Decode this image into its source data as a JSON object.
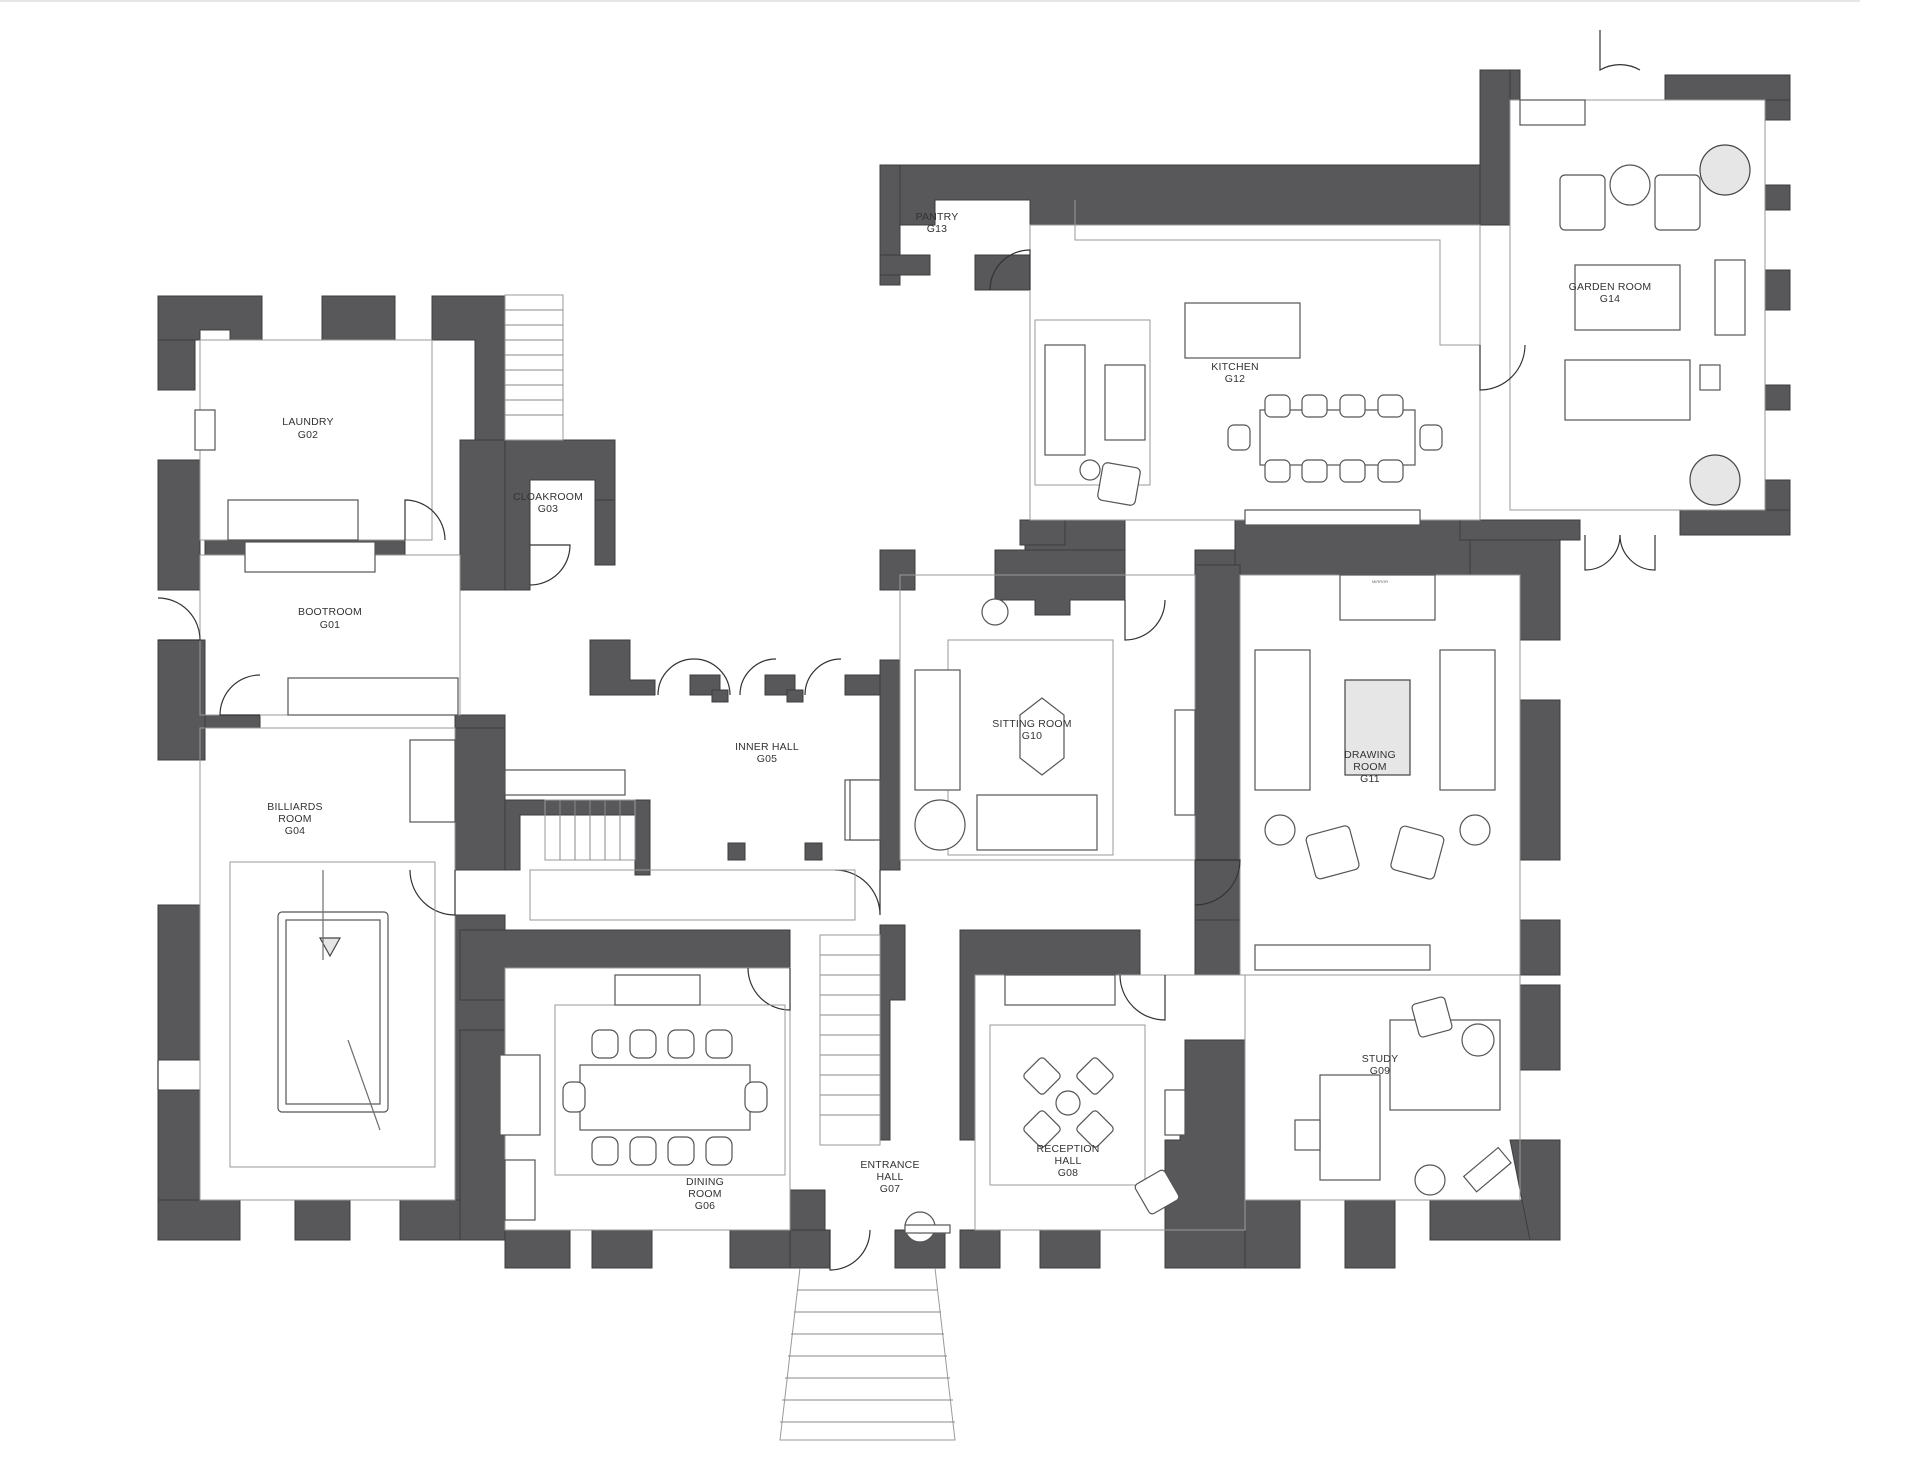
{
  "rooms": [
    {
      "name": "LAUNDRY",
      "code": "G02"
    },
    {
      "name": "CLOAKROOM",
      "code": "G03"
    },
    {
      "name": "BOOTROOM",
      "code": "G01"
    },
    {
      "name": "BILLIARDS",
      "name2": "ROOM",
      "code": "G04"
    },
    {
      "name": "INNER HALL",
      "code": "G05"
    },
    {
      "name": "DINING",
      "name2": "ROOM",
      "code": "G06"
    },
    {
      "name": "ENTRANCE",
      "name2": "HALL",
      "code": "G07"
    },
    {
      "name": "RECEPTION",
      "name2": "HALL",
      "code": "G08"
    },
    {
      "name": "STUDY",
      "code": "G09"
    },
    {
      "name": "SITTING ROOM",
      "code": "G10"
    },
    {
      "name": "DRAWING",
      "name2": "ROOM",
      "code": "G11"
    },
    {
      "name": "KITCHEN",
      "code": "G12"
    },
    {
      "name": "PANTRY",
      "code": "G13"
    },
    {
      "name": "GARDEN ROOM",
      "code": "G14"
    }
  ],
  "small_labels": {
    "mirror": "MIRROR"
  },
  "colors": {
    "wall": "#58585a",
    "line": "#6f6f6f",
    "background": "#ffffff"
  }
}
